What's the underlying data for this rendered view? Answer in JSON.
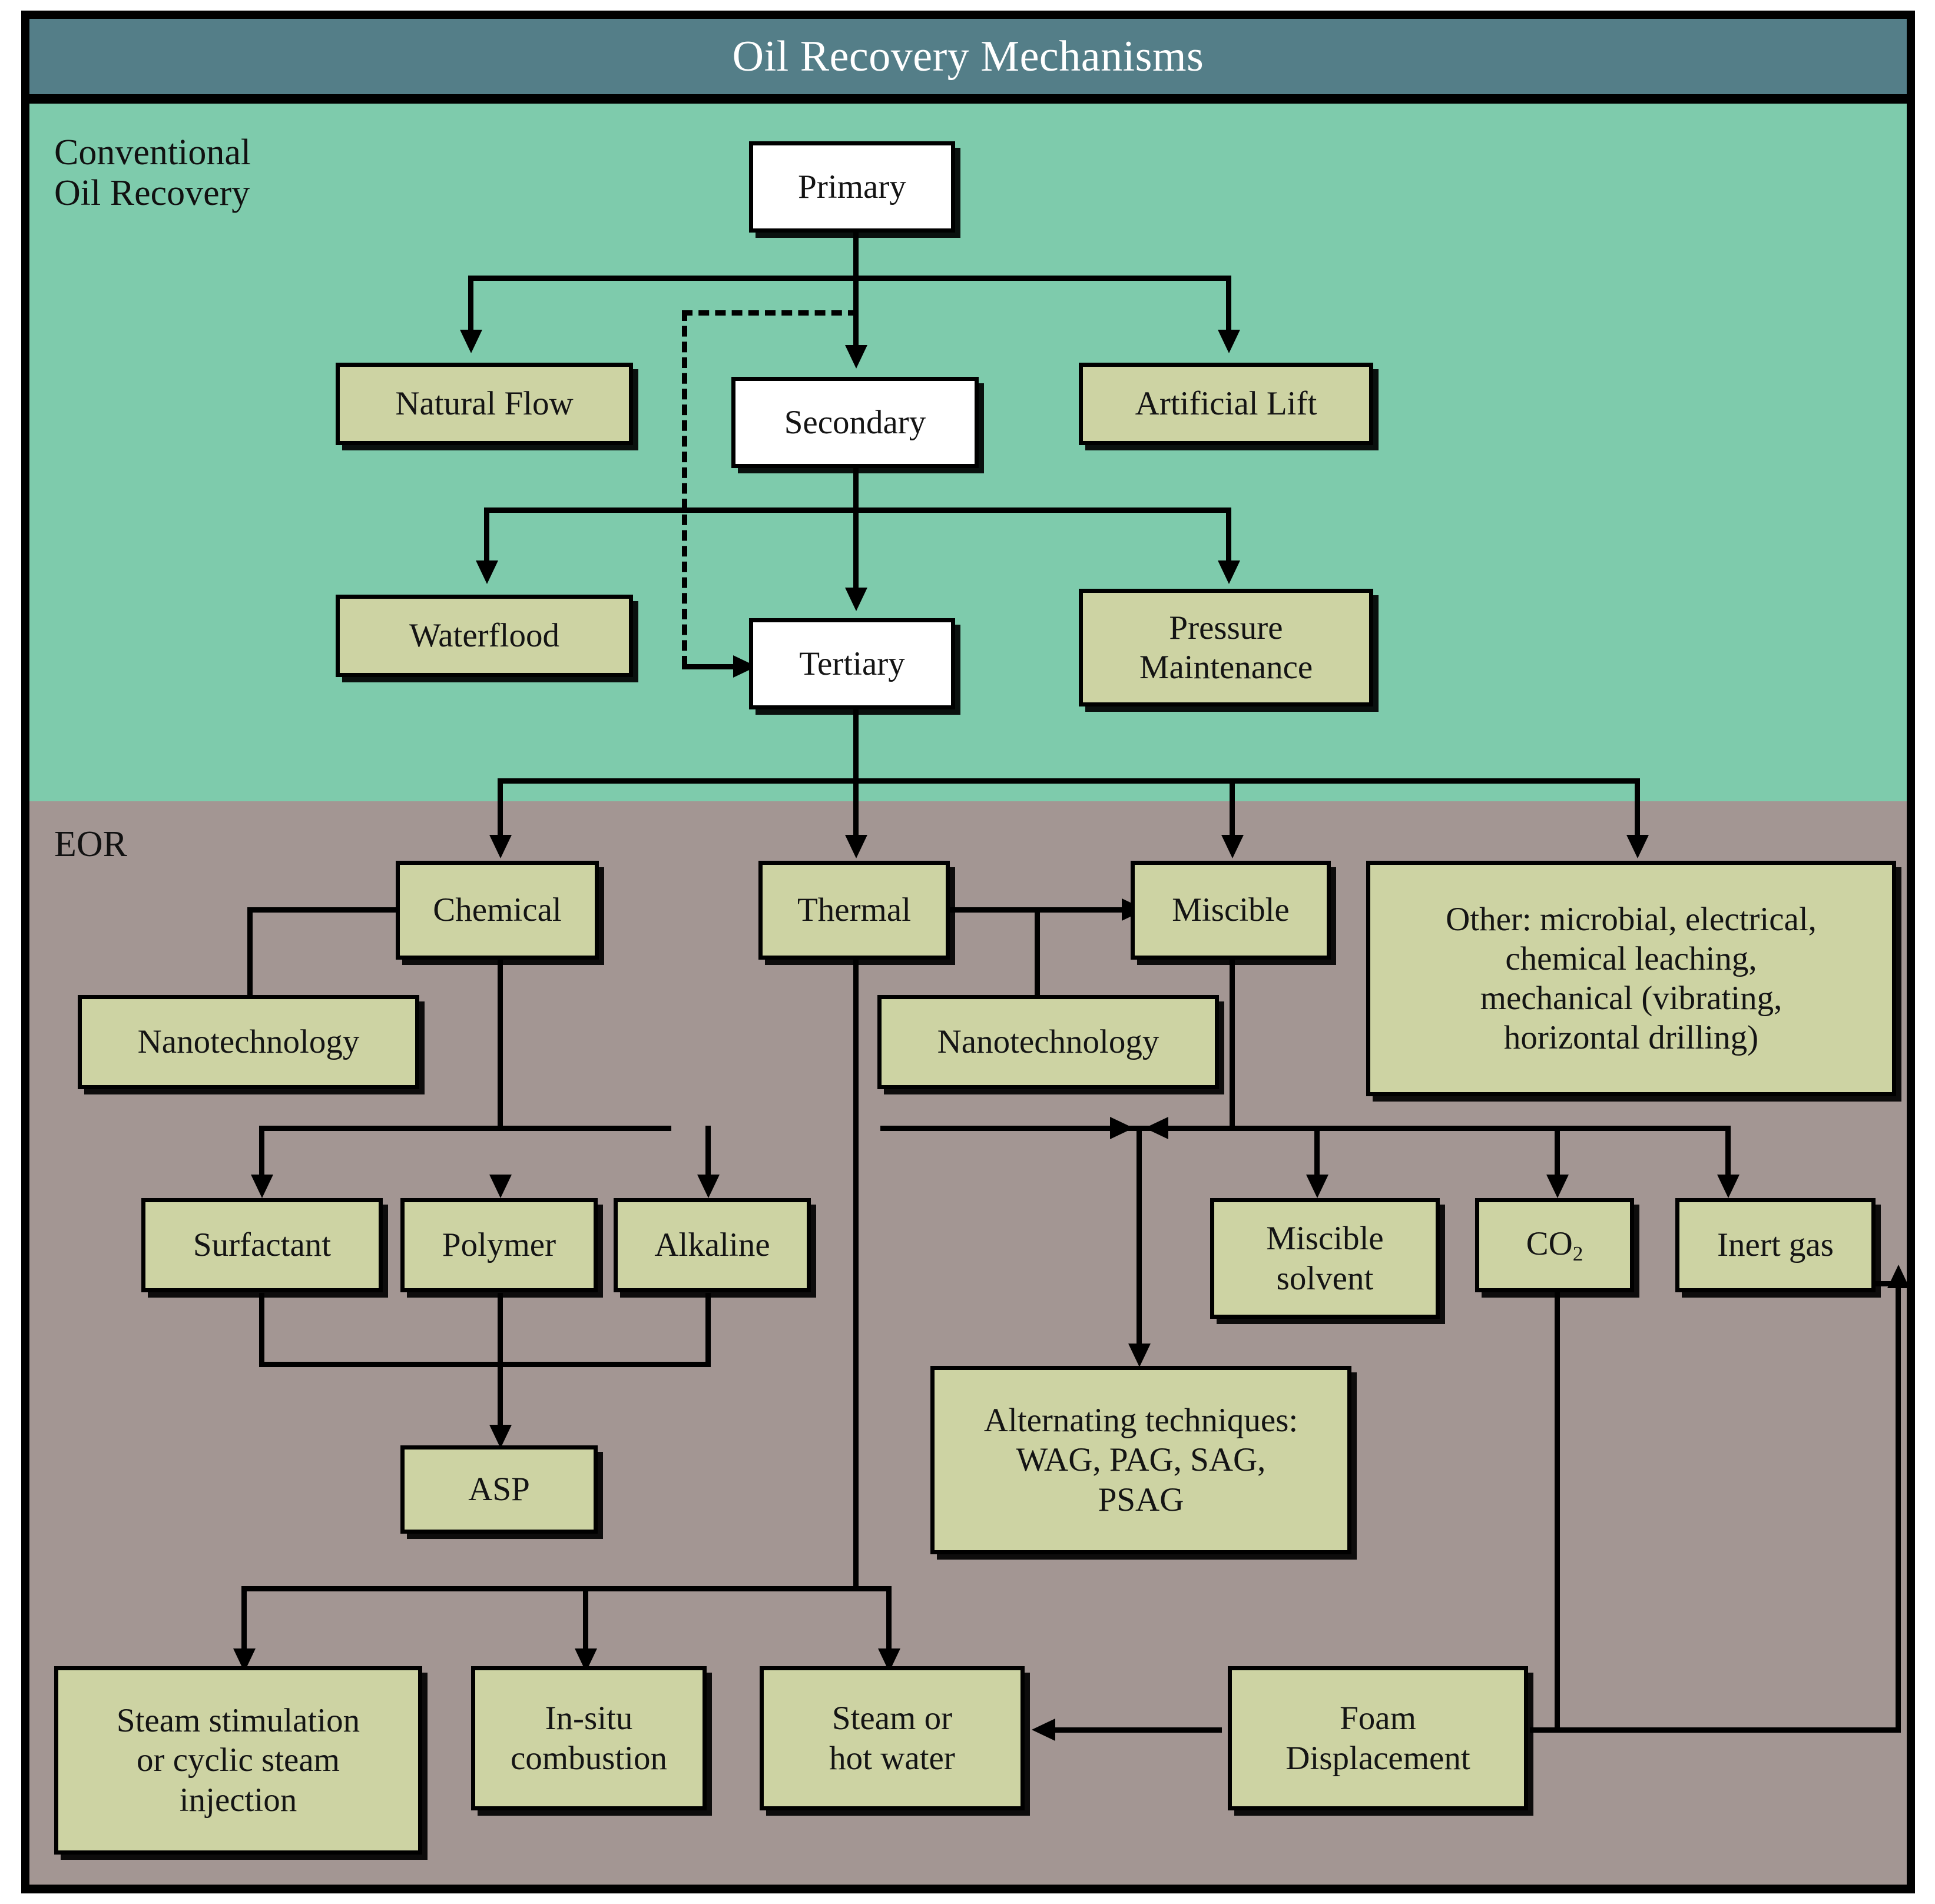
{
  "title": "Oil Recovery Mechanisms",
  "zones": [
    {
      "id": "conventional",
      "label": "Conventional\nOil Recovery",
      "color": "#7ecbac"
    },
    {
      "id": "eor",
      "label": "EOR",
      "color": "#a39693"
    }
  ],
  "colors": {
    "header_band": "#547e88",
    "conventional_bg": "#7ecbac",
    "eor_bg": "#a39693",
    "stage_box_fill": "#ffffff",
    "method_box_fill": "#cdd3a3",
    "outline": "#000000"
  },
  "nodes": {
    "primary": "Primary",
    "secondary": "Secondary",
    "tertiary": "Tertiary",
    "natural_flow": "Natural Flow",
    "artificial_lift": "Artificial Lift",
    "waterflood": "Waterflood",
    "pressure_maintenance": "Pressure\nMaintenance",
    "chemical": "Chemical",
    "thermal": "Thermal",
    "miscible": "Miscible",
    "other": "Other: microbial, electrical,\nchemical leaching,\nmechanical (vibrating,\nhorizontal drilling)",
    "nanotechnology_chemical": "Nanotechnology",
    "nanotechnology_thermal": "Nanotechnology",
    "surfactant": "Surfactant",
    "polymer": "Polymer",
    "alkaline": "Alkaline",
    "asp": "ASP",
    "miscible_solvent": "Miscible\nsolvent",
    "co2_prefix": "CO",
    "co2_sub": "2",
    "inert_gas": "Inert gas",
    "alternating": "Alternating techniques:\nWAG, PAG, SAG,\nPSAG",
    "steam_stimulation": "Steam stimulation\nor cyclic steam\ninjection",
    "in_situ_combustion": "In-situ\ncombustion",
    "steam_or_hot_water": "Steam or\nhot water",
    "foam_displacement": "Foam\nDisplacement"
  },
  "edges": [
    {
      "from": "primary",
      "to": "natural_flow",
      "style": "solid"
    },
    {
      "from": "primary",
      "to": "secondary",
      "style": "solid"
    },
    {
      "from": "primary",
      "to": "artificial_lift",
      "style": "solid"
    },
    {
      "from": "primary",
      "to": "tertiary",
      "style": "dashed"
    },
    {
      "from": "secondary",
      "to": "waterflood",
      "style": "solid"
    },
    {
      "from": "secondary",
      "to": "tertiary",
      "style": "solid"
    },
    {
      "from": "secondary",
      "to": "pressure_maintenance",
      "style": "solid"
    },
    {
      "from": "tertiary",
      "to": "chemical",
      "style": "solid"
    },
    {
      "from": "tertiary",
      "to": "thermal",
      "style": "solid"
    },
    {
      "from": "tertiary",
      "to": "miscible",
      "style": "solid"
    },
    {
      "from": "tertiary",
      "to": "other",
      "style": "solid"
    },
    {
      "from": "nanotechnology_chemical",
      "to": "chemical",
      "style": "solid"
    },
    {
      "from": "nanotechnology_thermal",
      "to": "thermal-miscible-link",
      "style": "solid"
    },
    {
      "from": "thermal",
      "to": "miscible",
      "style": "double"
    },
    {
      "from": "chemical",
      "to": "surfactant",
      "style": "solid"
    },
    {
      "from": "chemical",
      "to": "polymer",
      "style": "solid"
    },
    {
      "from": "chemical",
      "to": "alkaline",
      "style": "solid"
    },
    {
      "from": "surfactant",
      "to": "asp",
      "style": "solid"
    },
    {
      "from": "polymer",
      "to": "asp",
      "style": "solid"
    },
    {
      "from": "alkaline",
      "to": "asp",
      "style": "solid"
    },
    {
      "from": "miscible",
      "to": "miscible_solvent",
      "style": "solid"
    },
    {
      "from": "miscible",
      "to": "co2",
      "style": "solid"
    },
    {
      "from": "miscible",
      "to": "inert_gas",
      "style": "solid"
    },
    {
      "from": "miscible",
      "to": "alternating",
      "style": "solid"
    },
    {
      "from": "thermal",
      "to": "steam_stimulation",
      "style": "solid"
    },
    {
      "from": "thermal",
      "to": "in_situ_combustion",
      "style": "solid"
    },
    {
      "from": "thermal",
      "to": "steam_or_hot_water",
      "style": "solid"
    },
    {
      "from": "foam_displacement",
      "to": "steam_or_hot_water",
      "style": "solid"
    },
    {
      "from": "foam_displacement",
      "to": "co2",
      "style": "solid"
    },
    {
      "from": "foam_displacement",
      "to": "inert_gas",
      "style": "solid"
    }
  ]
}
